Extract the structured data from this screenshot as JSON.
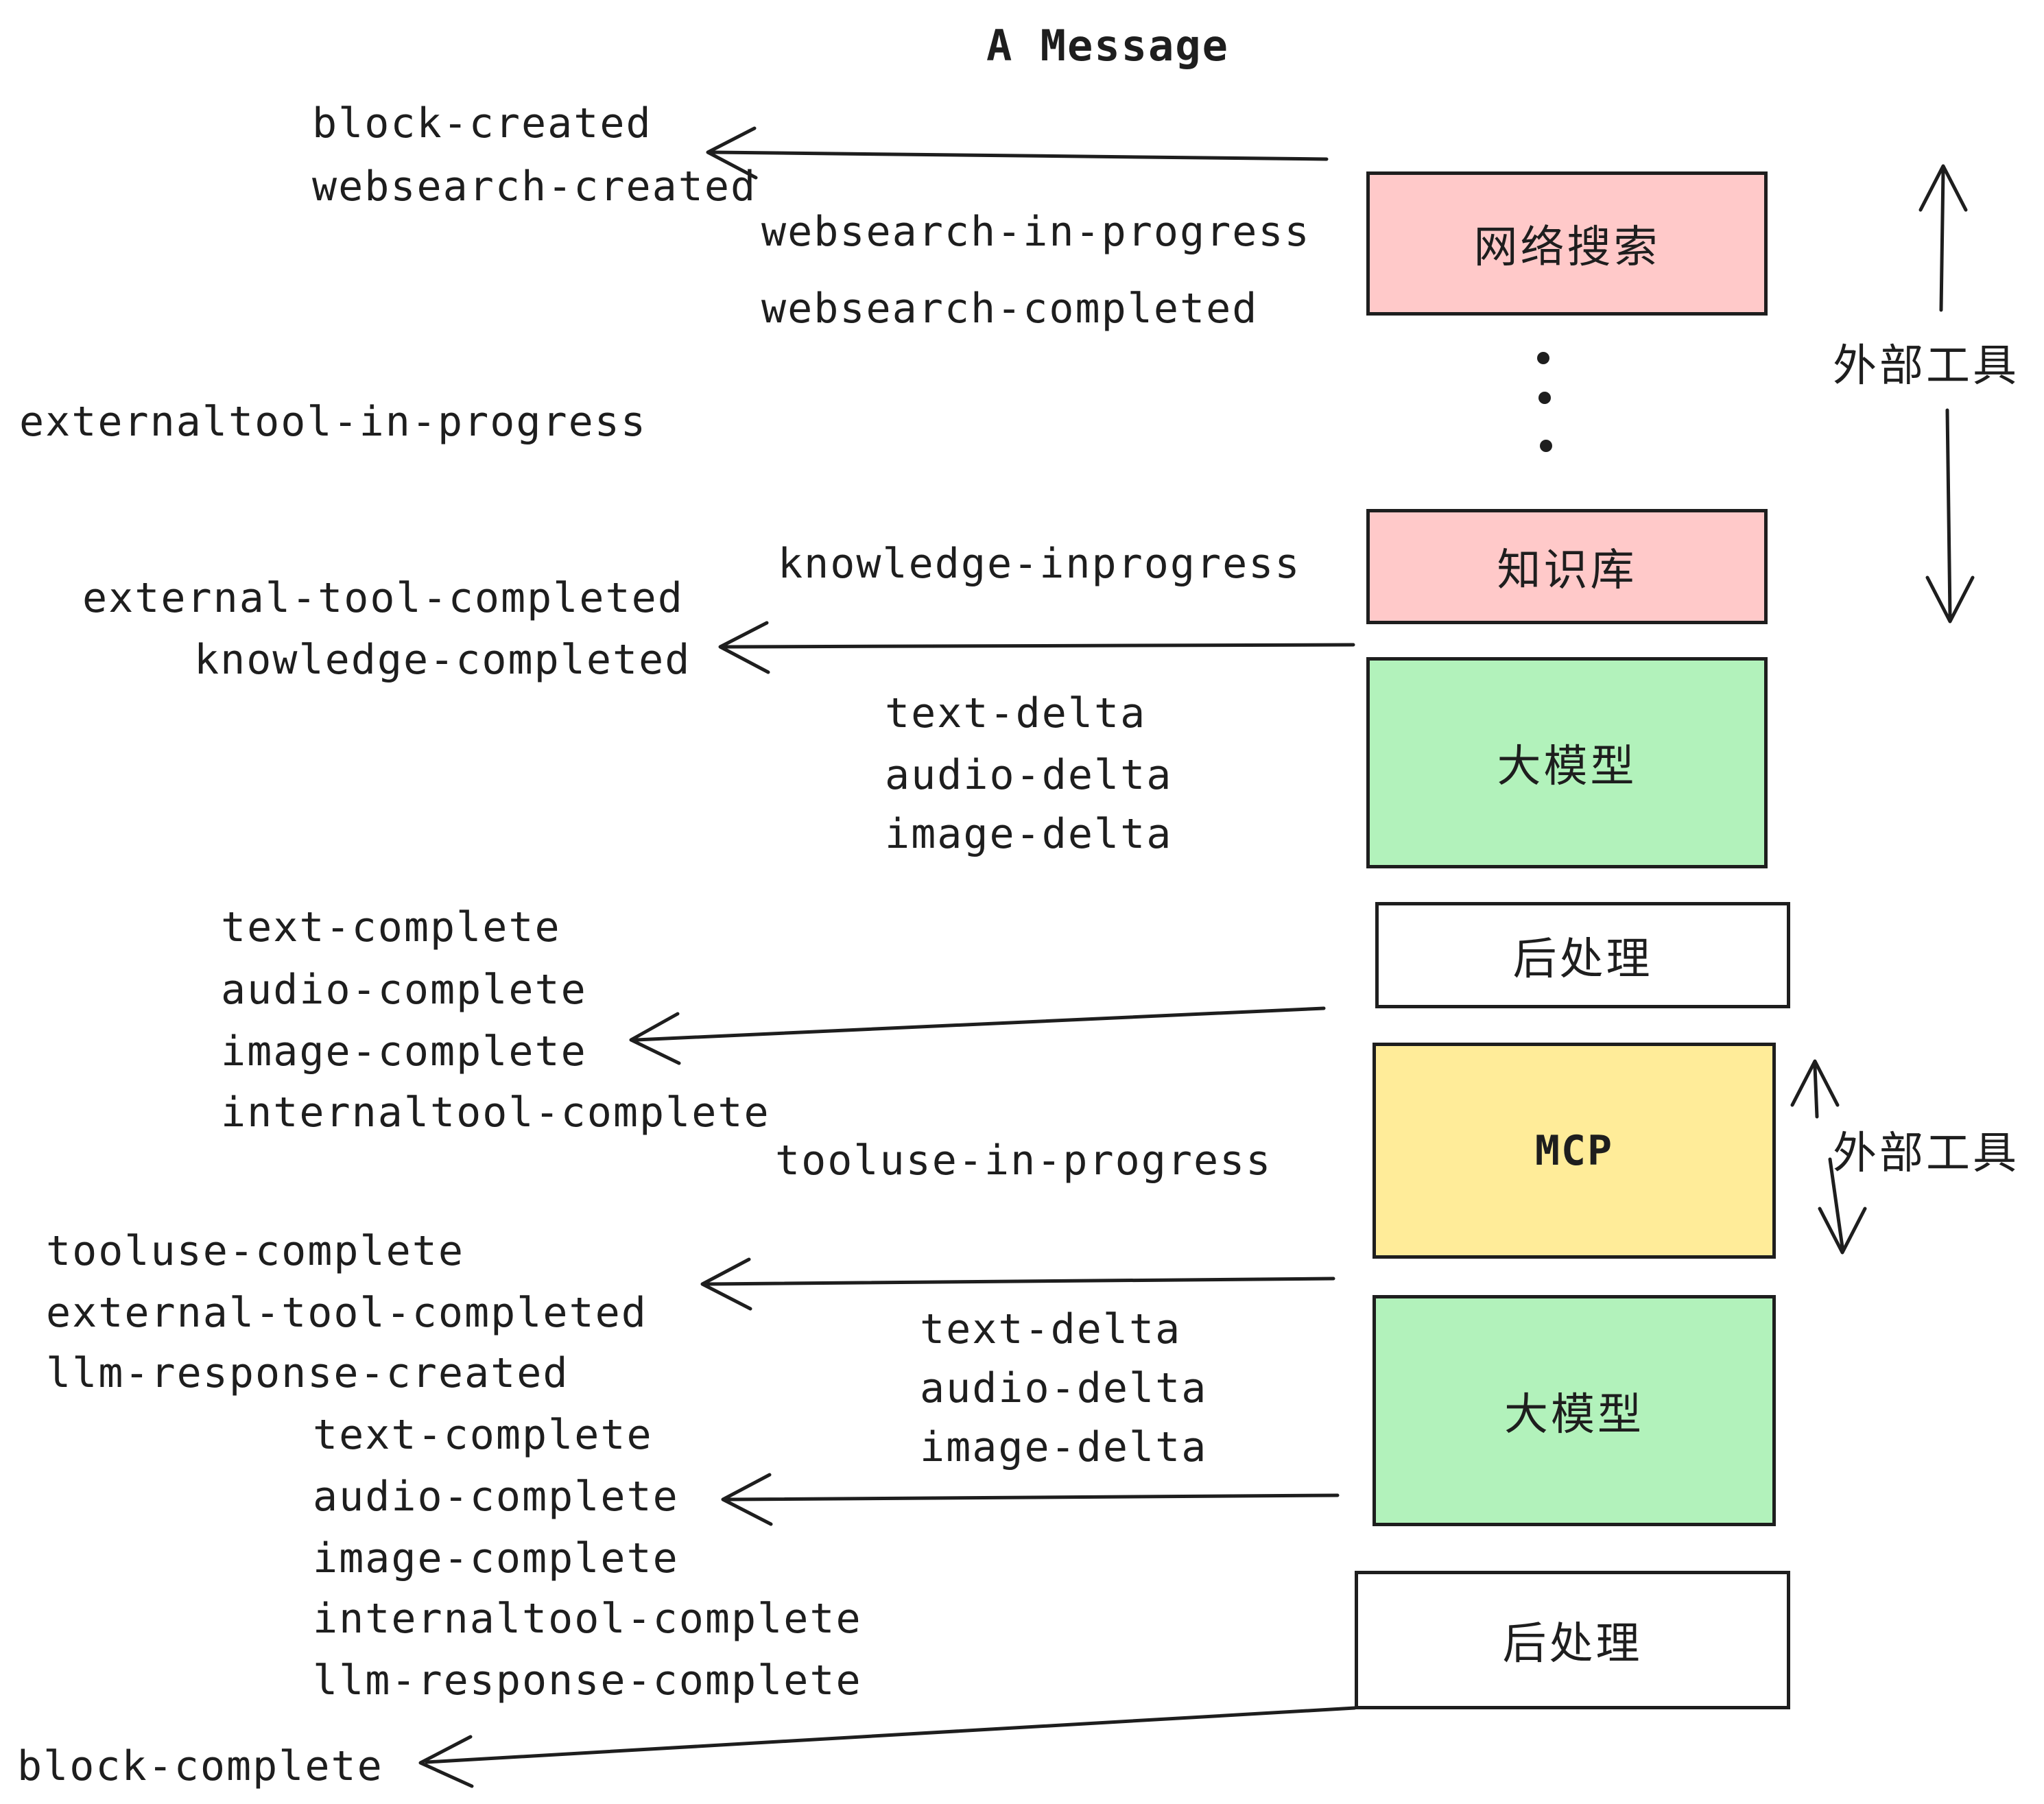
{
  "title": "A Message",
  "events": {
    "block_created": "block-created",
    "websearch_created": "websearch-created",
    "websearch_in_progress": "websearch-in-progress",
    "websearch_completed": "websearch-completed",
    "externaltool_in_progress": "externaltool-in-progress",
    "knowledge_inprogress": "knowledge-inprogress",
    "external_tool_completed_1": "external-tool-completed",
    "knowledge_completed": "knowledge-completed",
    "text_delta_1": "text-delta",
    "audio_delta_1": "audio-delta",
    "image_delta_1": "image-delta",
    "text_complete_1": "text-complete",
    "audio_complete_1": "audio-complete",
    "image_complete_1": "image-complete",
    "internaltool_complete_1": "internaltool-complete",
    "tooluse_in_progress": "tooluse-in-progress",
    "tooluse_complete": "tooluse-complete",
    "external_tool_completed_2": "external-tool-completed",
    "llm_response_created": "llm-response-created",
    "text_delta_2": "text-delta",
    "audio_delta_2": "audio-delta",
    "image_delta_2": "image-delta",
    "text_complete_2": "text-complete",
    "audio_complete_2": "audio-complete",
    "image_complete_2": "image-complete",
    "internaltool_complete_2": "internaltool-complete",
    "llm_response_complete": "llm-response-complete",
    "block_complete": "block-complete"
  },
  "nodes": {
    "websearch": {
      "label": "网络搜索",
      "color": "#ffc9c9"
    },
    "knowledge": {
      "label": "知识库",
      "color": "#ffc9c9"
    },
    "llm1": {
      "label": "大模型",
      "color": "#b2f2bb"
    },
    "postprocess1": {
      "label": "后处理",
      "color": "#ffffff"
    },
    "mcp": {
      "label": "MCP",
      "color": "#ffec99"
    },
    "llm2": {
      "label": "大模型",
      "color": "#b2f2bb"
    },
    "postprocess2": {
      "label": "后处理",
      "color": "#ffffff"
    }
  },
  "side_labels": {
    "external_tools_1": "外部工具",
    "external_tools_2": "外部工具"
  },
  "colors": {
    "background": "#ffffff",
    "ink": "#1e1e1e",
    "box_pink": "#ffc9c9",
    "box_green": "#b2f2bb",
    "box_yellow": "#ffec99"
  }
}
